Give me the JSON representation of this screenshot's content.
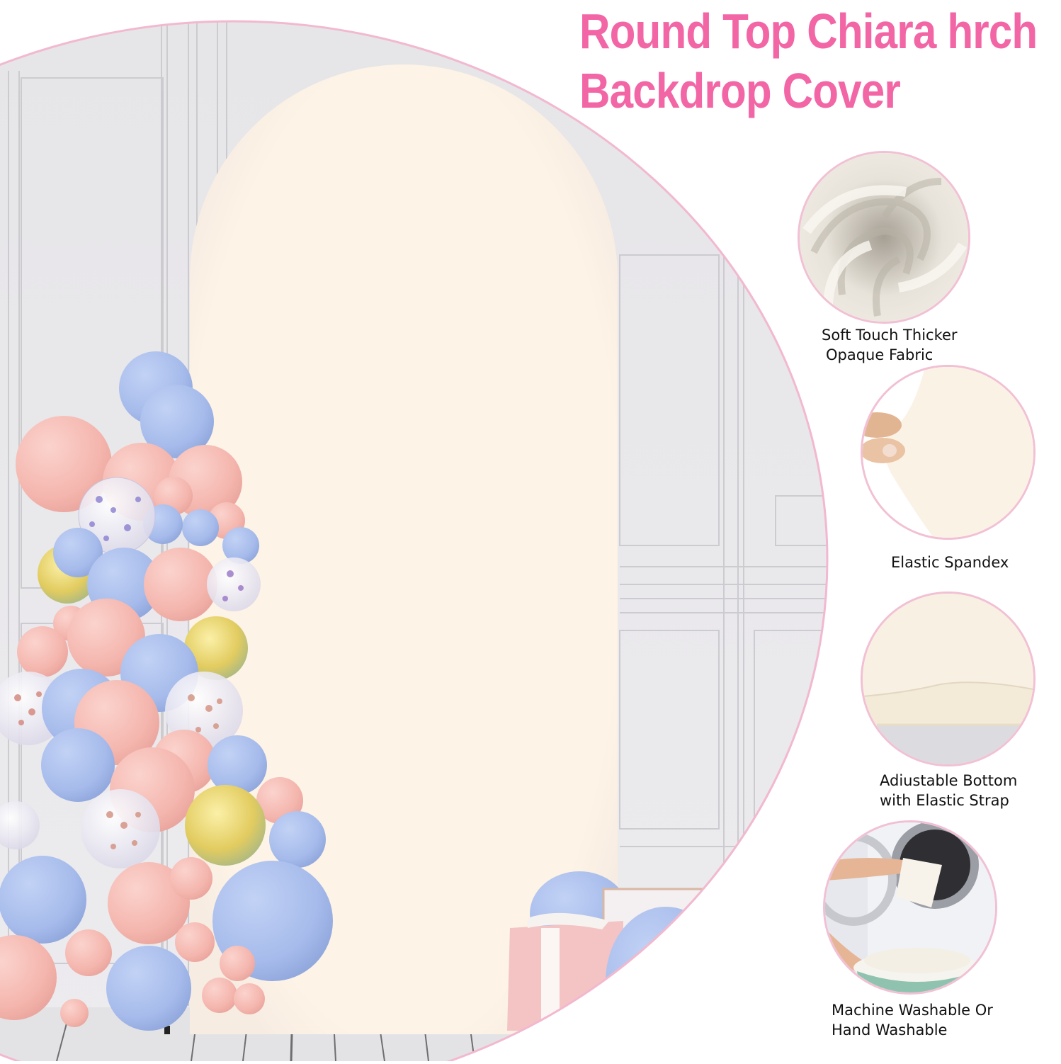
{
  "title": {
    "line1": "Round Top Chiara hrch",
    "line2": "Backdrop Cover",
    "color": "#f266a6"
  },
  "hero": {
    "description": "Cream round-top arch backdrop cover with pink, blue, gold and confetti balloon garland, gift boxes and white paneled wall",
    "arch_color": "#fdf3e6",
    "frame_border_color": "#f2b8cf",
    "wall_color": "#e4e3e6"
  },
  "features": [
    {
      "name": "soft-touch",
      "image": "swirled-cream-fabric",
      "line1": "Soft Touch Thicker",
      "line2": "Opaque Fabric"
    },
    {
      "name": "elastic",
      "image": "stretched-fabric-with-fingers",
      "line1": "Elastic Spandex",
      "line2": ""
    },
    {
      "name": "adjustable-bottom",
      "image": "fabric-hem-closeup",
      "line1": "Adiustable Bottom",
      "line2": "with Elastic Strap"
    },
    {
      "name": "washable",
      "image": "washing-machine-laundry",
      "line1": "Machine Washable Or",
      "line2": "Hand Washable"
    }
  ],
  "colors": {
    "circle_border": "#f2c0d4",
    "balloon_pink": "#f5b9b3",
    "balloon_blue": "#a9bdec",
    "balloon_gold": "#e0cc6a",
    "caption_text": "#111111"
  }
}
